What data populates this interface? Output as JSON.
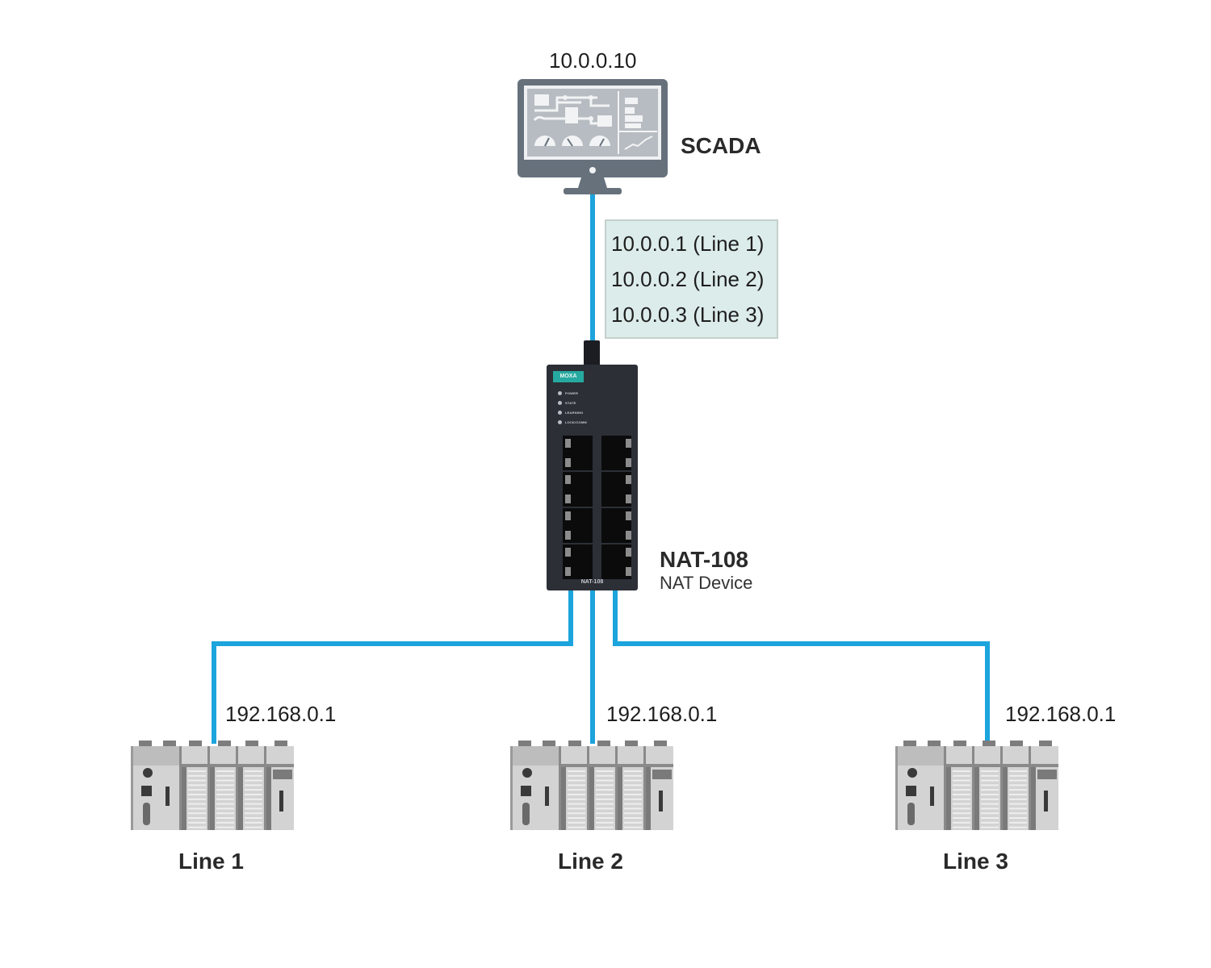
{
  "diagram": {
    "title": "NAT-108 network address translation topology",
    "colors": {
      "cable": "#1ca4dc",
      "monitor_frame": "#66717c",
      "screen": "#b7bcc2",
      "nat_body": "#2c2f36",
      "brand_badge": "#26a9a0",
      "nat_table_bg": "#dcecea",
      "plc_body": "#d3d3d3",
      "plc_dark": "#7a7a7a"
    },
    "scada": {
      "ip": "10.0.0.10",
      "label": "SCADA",
      "icon": "monitor-dashboard-icon"
    },
    "nat_table": {
      "rows": [
        "10.0.0.1 (Line 1)",
        "10.0.0.2 (Line 2)",
        "10.0.0.3 (Line 3)"
      ]
    },
    "nat_device": {
      "brand": "MOXA",
      "model_label": "NAT-108",
      "description": "NAT Device",
      "faceplate_model": "NAT-108",
      "leds": [
        "POWER",
        "STATE",
        "LEARNING",
        "LOCK/COMM"
      ],
      "icon": "industrial-switch-icon"
    },
    "lines": [
      {
        "name": "Line 1",
        "ip": "192.168.0.1",
        "icon": "plc-icon"
      },
      {
        "name": "Line 2",
        "ip": "192.168.0.1",
        "icon": "plc-icon"
      },
      {
        "name": "Line 3",
        "ip": "192.168.0.1",
        "icon": "plc-icon"
      }
    ]
  }
}
